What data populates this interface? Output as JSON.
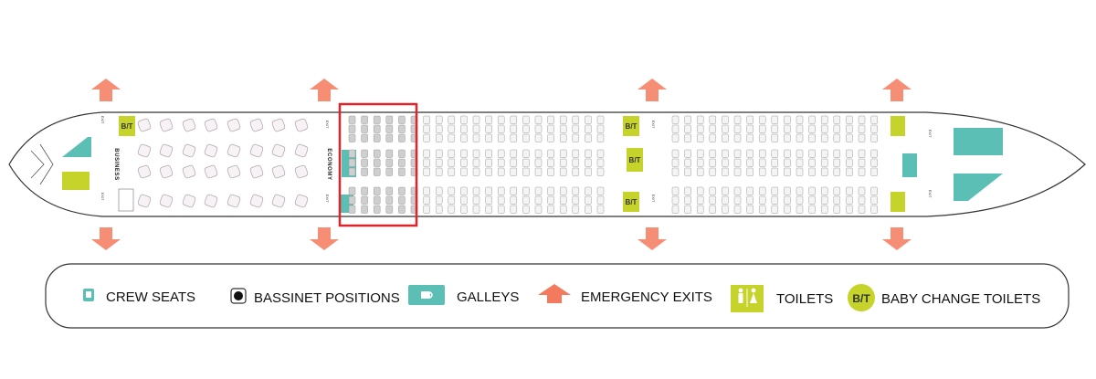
{
  "colors": {
    "galley": "#5bbfb5",
    "toilet": "#c6d32a",
    "exit_arrow": "#f47a5e",
    "highlight": "#e0242c",
    "seat_fill": "#f4f4f4",
    "seat_stroke": "#9a9a9a",
    "highlight_seat": "#cfcfcf"
  },
  "cabin": {
    "business_label": "BUSINESS",
    "economy_label": "ECONOMY",
    "exit_label": "EXIT",
    "bt_label": "B/T"
  },
  "legend": {
    "items": [
      {
        "icon": "crew-seat-icon",
        "label": "CREW SEATS"
      },
      {
        "icon": "bassinet-icon",
        "label": "BASSINET POSITIONS"
      },
      {
        "icon": "galley-icon",
        "label": "GALLEYS"
      },
      {
        "icon": "emergency-exit-arrow-icon",
        "label": "EMERGENCY EXITS"
      },
      {
        "icon": "toilet-icon",
        "label": "TOILETS"
      },
      {
        "icon": "baby-change-toilet-icon",
        "label": "BABY CHANGE TOILETS",
        "badge": "B/T"
      }
    ]
  }
}
